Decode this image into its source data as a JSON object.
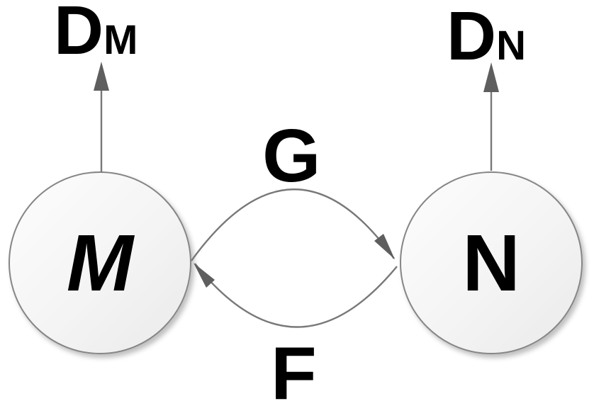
{
  "diagram": {
    "background_color": "#ffffff",
    "line_color": "#787878",
    "arrowhead_color": "#5e5e5e",
    "node_border_color": "#868686",
    "node_fill_light": "#fdfdfd",
    "node_fill_dark": "#eaeaea",
    "text_color": "#000000",
    "nodes": [
      {
        "id": "M",
        "label": "M"
      },
      {
        "id": "N",
        "label": "N"
      }
    ],
    "edges": [
      {
        "id": "G",
        "label": "G",
        "from": "M",
        "to": "N",
        "position": "top-arc"
      },
      {
        "id": "F",
        "label": "F",
        "from": "N",
        "to": "M",
        "position": "bottom-arc"
      }
    ],
    "outputs": [
      {
        "id": "DM",
        "label_main": "D",
        "label_sub": "M",
        "from": "M",
        "direction": "up"
      },
      {
        "id": "DN",
        "label_main": "D",
        "label_sub": "N",
        "from": "N",
        "direction": "up"
      }
    ]
  }
}
